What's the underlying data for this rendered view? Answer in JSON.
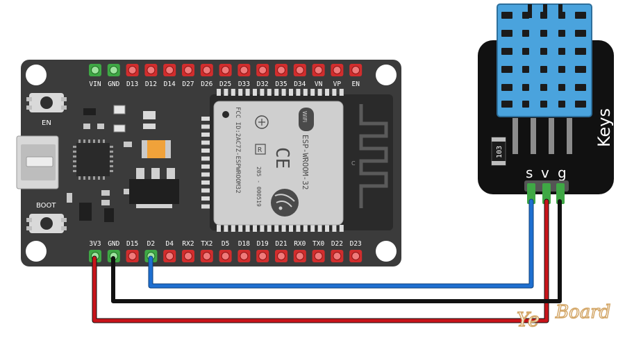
{
  "board": {
    "top_pins": [
      "VIN",
      "GND",
      "D13",
      "D12",
      "D14",
      "D27",
      "D26",
      "D25",
      "D33",
      "D32",
      "D35",
      "D34",
      "VN",
      "VP",
      "EN"
    ],
    "bottom_pins": [
      "3V3",
      "GND",
      "D15",
      "D2",
      "D4",
      "RX2",
      "TX2",
      "D5",
      "D18",
      "D19",
      "D21",
      "RX0",
      "TX0",
      "D22",
      "D23"
    ],
    "en_button_label": "EN",
    "boot_button_label": "BOOT",
    "module": {
      "fcc_text": "FCC ID:2AC7Z-ESPWROOM32",
      "wifi_text": "WiFi",
      "model_text": "ESP-WROOM-32",
      "cert_text": "205 - 000519",
      "r_mark": "R"
    }
  },
  "sensor": {
    "brand": "Keys",
    "resistor_code": "103",
    "pin_labels": [
      "s",
      "v",
      "g"
    ]
  },
  "wires": [
    {
      "from": "3V3",
      "to": "v",
      "color": "#c8141a"
    },
    {
      "from": "GND",
      "to": "g",
      "color": "#111111"
    },
    {
      "from": "D2",
      "to": "s",
      "color": "#1e6fd0"
    }
  ],
  "watermark": {
    "part1": "Ye",
    "part2": "Board"
  },
  "colors": {
    "board": "#3b3b3b",
    "pin_red": "#d22d2d",
    "pin_green": "#3fa845",
    "sensor_blue": "#4aa3dd",
    "module_silver": "#cfcfcf"
  }
}
